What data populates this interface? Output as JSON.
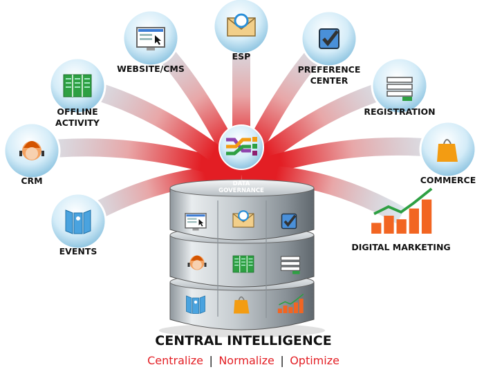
{
  "sources": [
    {
      "id": "website",
      "label_lines": [
        "WEBSITE/CMS"
      ],
      "icon": "monitor-icon"
    },
    {
      "id": "esp",
      "label_lines": [
        "ESP"
      ],
      "icon": "email-envelope-icon"
    },
    {
      "id": "preference",
      "label_lines": [
        "PREFERENCE",
        "CENTER"
      ],
      "icon": "checkbox-icon"
    },
    {
      "id": "registration",
      "label_lines": [
        "REGISTRATION"
      ],
      "icon": "form-icon"
    },
    {
      "id": "commerce",
      "label_lines": [
        "COMMERCE"
      ],
      "icon": "shopping-bag-icon"
    },
    {
      "id": "digital",
      "label_lines": [
        "DIGITAL MARKETING"
      ],
      "icon": "bar-chart-trend-icon"
    },
    {
      "id": "events",
      "label_lines": [
        "EVENTS"
      ],
      "icon": "booth-icon"
    },
    {
      "id": "crm",
      "label_lines": [
        "CRM"
      ],
      "icon": "headset-agent-icon"
    },
    {
      "id": "offline",
      "label_lines": [
        "OFFLINE",
        "ACTIVITY"
      ],
      "icon": "brochure-icon"
    }
  ],
  "governance": {
    "label_lines": [
      "DATA",
      "GOVERNANCE"
    ],
    "icon": "shuffle-arrows-icon"
  },
  "title": "CENTRAL INTELLIGENCE",
  "tagline": [
    "Centralize",
    "Normalize",
    "Optimize"
  ],
  "tagline_separator": "|",
  "colors": {
    "accent_red": "#e31e24",
    "arc_fade": "#b9cfdc",
    "circle_blue": "#cfe8f5"
  }
}
